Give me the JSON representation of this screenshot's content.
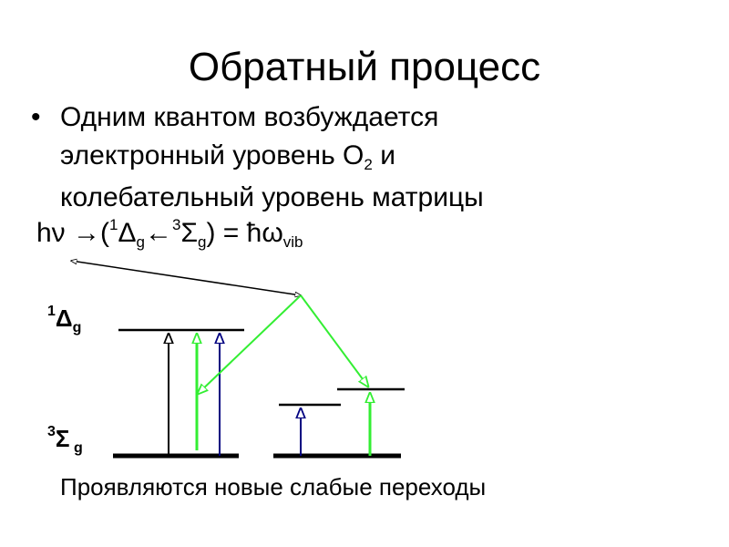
{
  "slide": {
    "title": "Обратный процесс",
    "bullet": {
      "marker": "•",
      "line1": "Одним квантом возбуждается",
      "line2_pre": "электронный уровень O",
      "line2_sub": "2",
      "line2_post": " и",
      "line3": "колебательный уровень матрицы"
    },
    "formula": {
      "hv": "hν →(",
      "sup1": "1",
      "delta": "Δ",
      "sub_g1": "g",
      "arrow": "←",
      "sup3": "3",
      "sigma": "Σ",
      "sub_g2": "g",
      "eq": ") = ħω",
      "sub_vib": "vib"
    },
    "levels": {
      "upper": {
        "sup": "1",
        "symbol": "Δ",
        "sub": "g"
      },
      "lower": {
        "sup": "3",
        "symbol": "Σ",
        "sub": " g"
      }
    },
    "footer": "Проявляются новые слабые переходы"
  },
  "colors": {
    "black": "#000000",
    "green": "#33ee33",
    "navy": "#000080"
  }
}
